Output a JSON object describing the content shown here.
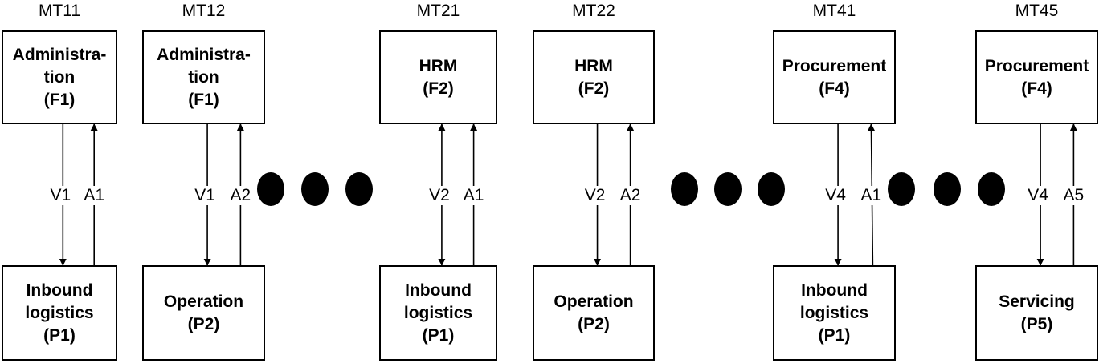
{
  "modules": [
    {
      "id": "MT11",
      "top": {
        "lines": [
          "Administra-",
          "tion",
          "(F1)"
        ]
      },
      "bottom": {
        "lines": [
          "Inbound",
          "logistics",
          "(P1)"
        ]
      },
      "down_label": "V1",
      "up_label": "A1"
    },
    {
      "id": "MT12",
      "top": {
        "lines": [
          "Administra-",
          "tion",
          "(F1)"
        ]
      },
      "bottom": {
        "lines": [
          "Operation",
          "(P2)"
        ]
      },
      "down_label": "V1",
      "up_label": "A2"
    },
    {
      "id": "MT21",
      "top": {
        "lines": [
          "HRM",
          "(F2)"
        ]
      },
      "bottom": {
        "lines": [
          "Inbound",
          "logistics",
          "(P1)"
        ]
      },
      "down_label": "V2",
      "up_label": "A1"
    },
    {
      "id": "MT22",
      "top": {
        "lines": [
          "HRM",
          "(F2)"
        ]
      },
      "bottom": {
        "lines": [
          "Operation",
          "(P2)"
        ]
      },
      "down_label": "V2",
      "up_label": "A2"
    },
    {
      "id": "MT41",
      "top": {
        "lines": [
          "Procurement",
          "(F4)"
        ]
      },
      "bottom": {
        "lines": [
          "Inbound",
          "logistics",
          "(P1)"
        ]
      },
      "down_label": "V4",
      "up_label": "A1"
    },
    {
      "id": "MT45",
      "top": {
        "lines": [
          "Procurement",
          "(F4)"
        ]
      },
      "bottom": {
        "lines": [
          "Servicing",
          "(P5)"
        ]
      },
      "down_label": "V4",
      "up_label": "A5"
    }
  ],
  "ellipsis_groups": 3,
  "colors": {
    "stroke": "#000000",
    "background": "#ffffff"
  }
}
